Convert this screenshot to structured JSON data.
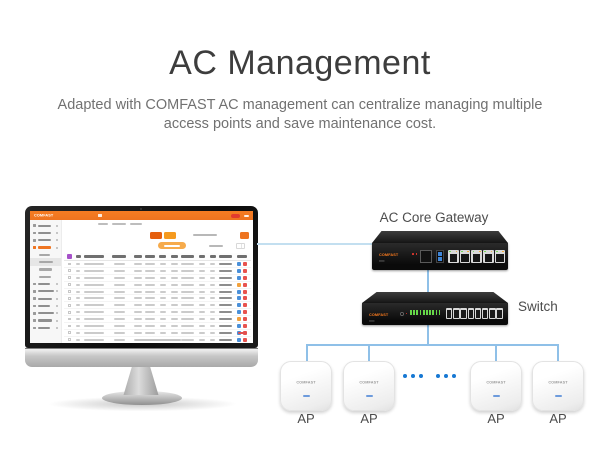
{
  "header": {
    "title": "AC Management",
    "subtitle_line1": "Adapted with COMFAST AC management can centralize managing multiple",
    "subtitle_line2": "access points and save maintenance cost."
  },
  "topology": {
    "brand": "COMFAST",
    "gateway": {
      "label": "AC Core Gateway",
      "ethernet_ports": 5,
      "usb_ports": 2,
      "led_count": 2
    },
    "switch": {
      "label": "Switch",
      "ethernet_ports": 8,
      "led_count": 10
    },
    "aps": {
      "labels": [
        "AP",
        "AP",
        "AP",
        "AP"
      ],
      "ellipsis_dots": 6
    }
  },
  "admin_screen": {
    "brand": "COMFAST",
    "sidebar": {
      "top_items": 4,
      "active_top_index": 3,
      "sub_items": 4,
      "active_sub_index": 1,
      "bottom_items": 7
    },
    "table": {
      "rows": 12,
      "data_columns": 11,
      "action_buttons_per_row": 2
    }
  },
  "colors": {
    "theme_orange": "#ee7420",
    "line_blue_light": "#c3dff0",
    "line_blue": "#8fc0e8",
    "dot_blue": "#1678d3",
    "action_blue": "#4a90d9",
    "action_red": "#e8534e",
    "action_orange": "#f2a13c",
    "header_purple": "#a651c9",
    "brand_orange": "#ff7d1e",
    "led_green": "#66d848",
    "led_red": "#e8392f",
    "usb_blue": "#3f86d8"
  }
}
